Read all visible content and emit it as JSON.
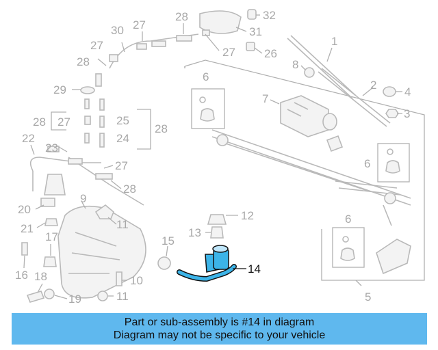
{
  "diagram": {
    "callouts": {
      "c1": "1",
      "c2": "2",
      "c3": "3",
      "c4": "4",
      "c5": "5",
      "c6a": "6",
      "c6b": "6",
      "c6c": "6",
      "c7": "7",
      "c8": "8",
      "c9": "9",
      "c10": "10",
      "c11a": "11",
      "c11b": "11",
      "c12": "12",
      "c13": "13",
      "c14": "14",
      "c15": "15",
      "c16": "16",
      "c17": "17",
      "c18": "18",
      "c19": "19",
      "c20": "20",
      "c21": "21",
      "c22": "22",
      "c23": "23",
      "c24": "24",
      "c25": "25",
      "c26": "26",
      "c27a": "27",
      "c27b": "27",
      "c27c": "27",
      "c27d": "27",
      "c27e": "27",
      "c28a": "28",
      "c28b": "28",
      "c28c": "28",
      "c28d": "28",
      "c28e": "28",
      "c29": "29",
      "c30": "30",
      "c31": "31",
      "c32": "32"
    },
    "highlight_part": "14",
    "colors": {
      "highlight": "#3cb4e8",
      "line_art": "#b9b9b9",
      "banner": "#5fb8ee"
    }
  },
  "banner": {
    "line1": "Part or sub-assembly is #14 in diagram",
    "line2": "Diagram may not be specific to your vehicle"
  }
}
